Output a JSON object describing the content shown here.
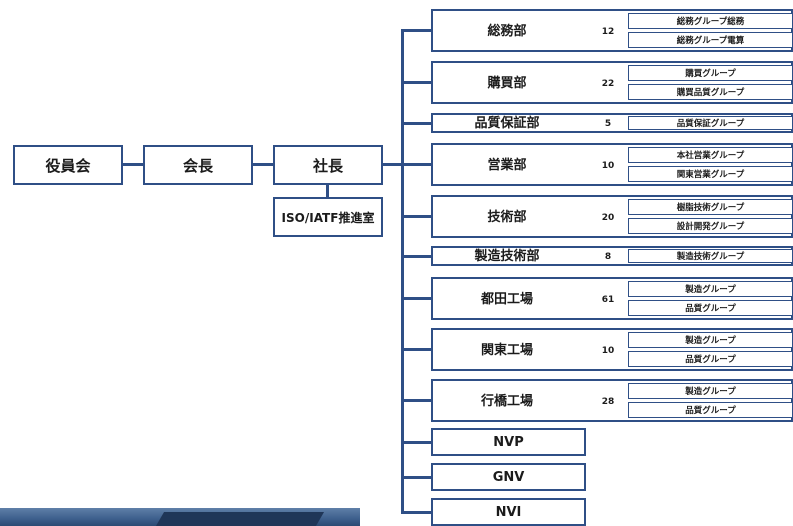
{
  "board": "役員会",
  "chairman": "会長",
  "president": "社長",
  "iso": "ISO/IATF推進室",
  "departments": [
    {
      "name": "総務部",
      "count": "12",
      "groups": [
        "総務グループ総務",
        "総務グループ電算"
      ]
    },
    {
      "name": "購買部",
      "count": "22",
      "groups": [
        "購買グループ",
        "購買品質グループ"
      ]
    },
    {
      "name": "品質保証部",
      "count": "5",
      "groups": [
        "品質保証グループ"
      ]
    },
    {
      "name": "営業部",
      "count": "10",
      "groups": [
        "本社営業グループ",
        "関東営業グループ"
      ]
    },
    {
      "name": "技術部",
      "count": "20",
      "groups": [
        "樹脂技術グループ",
        "設計開発グループ"
      ]
    },
    {
      "name": "製造技術部",
      "count": "8",
      "groups": [
        "製造技術グループ"
      ]
    },
    {
      "name": "都田工場",
      "count": "61",
      "groups": [
        "製造グループ",
        "品質グループ"
      ]
    },
    {
      "name": "関東工場",
      "count": "10",
      "groups": [
        "製造グループ",
        "品質グループ"
      ]
    },
    {
      "name": "行橋工場",
      "count": "28",
      "groups": [
        "製造グループ",
        "品質グループ"
      ]
    }
  ],
  "affiliates": [
    "NVP",
    "GNV",
    "NVI"
  ]
}
